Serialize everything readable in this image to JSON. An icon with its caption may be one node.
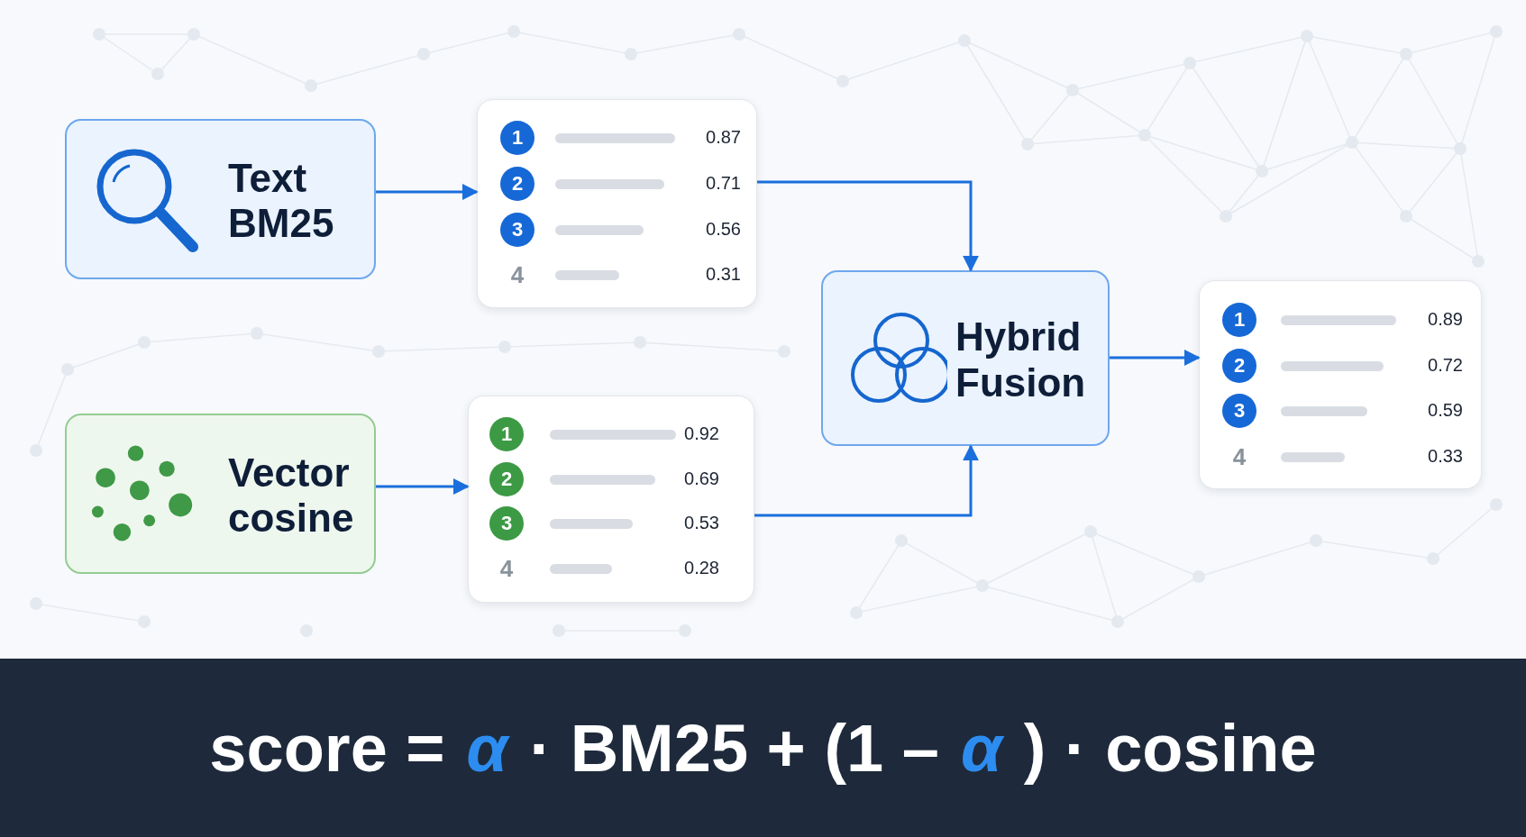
{
  "diagram": {
    "nodes": [
      {
        "text": [
          "Text BM25"
        ]
      },
      {
        "text": [
          "1",
          "0.87",
          "2",
          "0.71",
          "3",
          "0.56",
          "4",
          "0.31"
        ]
      },
      {
        "text": [
          "Vector cosine"
        ]
      },
      {
        "text": [
          "1",
          "0.92",
          "2",
          "0.69",
          "3",
          "0.53",
          "4",
          "0.28"
        ]
      },
      {
        "text": [
          "Hybrid Fusion"
        ]
      },
      {
        "text": [
          "1",
          "0.89",
          "2",
          "0.72",
          "3",
          "0.59",
          "4",
          "0.33"
        ]
      }
    ],
    "edges": [
      {
        "from": 0,
        "to": 1,
        "arrow": "to"
      },
      {
        "from": 2,
        "to": 3,
        "arrow": "to"
      },
      {
        "from": 1,
        "to": 4,
        "arrow": "to"
      },
      {
        "from": 3,
        "to": 4,
        "arrow": "to"
      },
      {
        "from": 4,
        "to": 5,
        "arrow": "to"
      }
    ],
    "labels": [
      "score =",
      "α",
      "· BM25 + (1 –",
      "α",
      ") · cosine"
    ]
  }
}
